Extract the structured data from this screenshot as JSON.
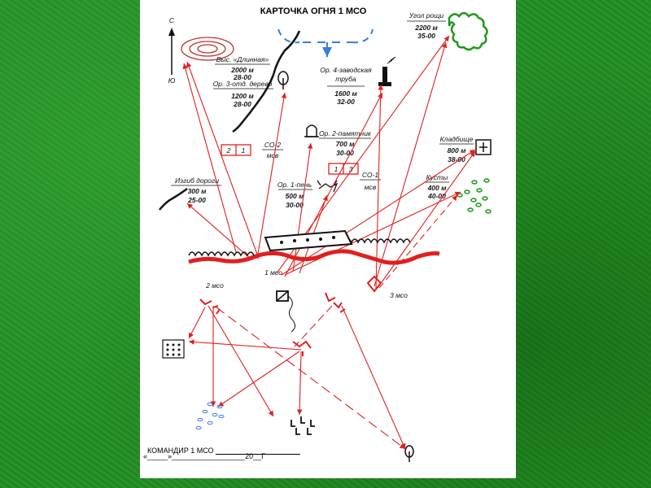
{
  "title": "КАРТОЧКА ОГНЯ 1 МСО",
  "compass": {
    "north": "С",
    "south": "Ю"
  },
  "landmarks": {
    "vys": {
      "name": "Выс. «Длинная»",
      "dist": "2000 м",
      "angle": "28-00"
    },
    "or3": {
      "name": "Ор. 3-отд. дерево",
      "dist": "1200 м",
      "angle": "28-00"
    },
    "or4": {
      "name1": "Ор. 4-заводская",
      "name2": "труба",
      "dist": "1600 м",
      "angle": "32-00"
    },
    "ugol": {
      "name": "Угол рощи",
      "dist": "2200 м",
      "angle": "35-00"
    },
    "or2": {
      "name": "Ор. 2-памятник",
      "dist": "700 м",
      "angle": "30-00"
    },
    "kladb": {
      "name": "Кладбище",
      "dist": "800 м",
      "angle": "38-00"
    },
    "kusty": {
      "name": "Кусты",
      "dist": "400 м",
      "angle": "40-00"
    },
    "izgib": {
      "name": "Изгиб дороги",
      "dist": "300 м",
      "angle": "25-00"
    },
    "or1": {
      "name": "Ор. 1-пень",
      "dist": "500 м",
      "angle": "30-00"
    }
  },
  "sectors": {
    "co2": {
      "label": "СО-2",
      "sub": "мсв",
      "n1": "2",
      "n2": "1"
    },
    "co1": {
      "label": "СО-1",
      "sub": "мсв",
      "n1": "1",
      "n2": "3"
    }
  },
  "units": {
    "left": "2 мсо",
    "center": "1 мсо",
    "right": "3 мсо"
  },
  "footer": {
    "line1": "КОМАНДИР 1 МСО",
    "line2": "«_____»__________________20__Г"
  },
  "colors": {
    "red": "#e0201e",
    "green": "#1a9a1a",
    "blue": "#3a7be0",
    "black": "#111111"
  }
}
